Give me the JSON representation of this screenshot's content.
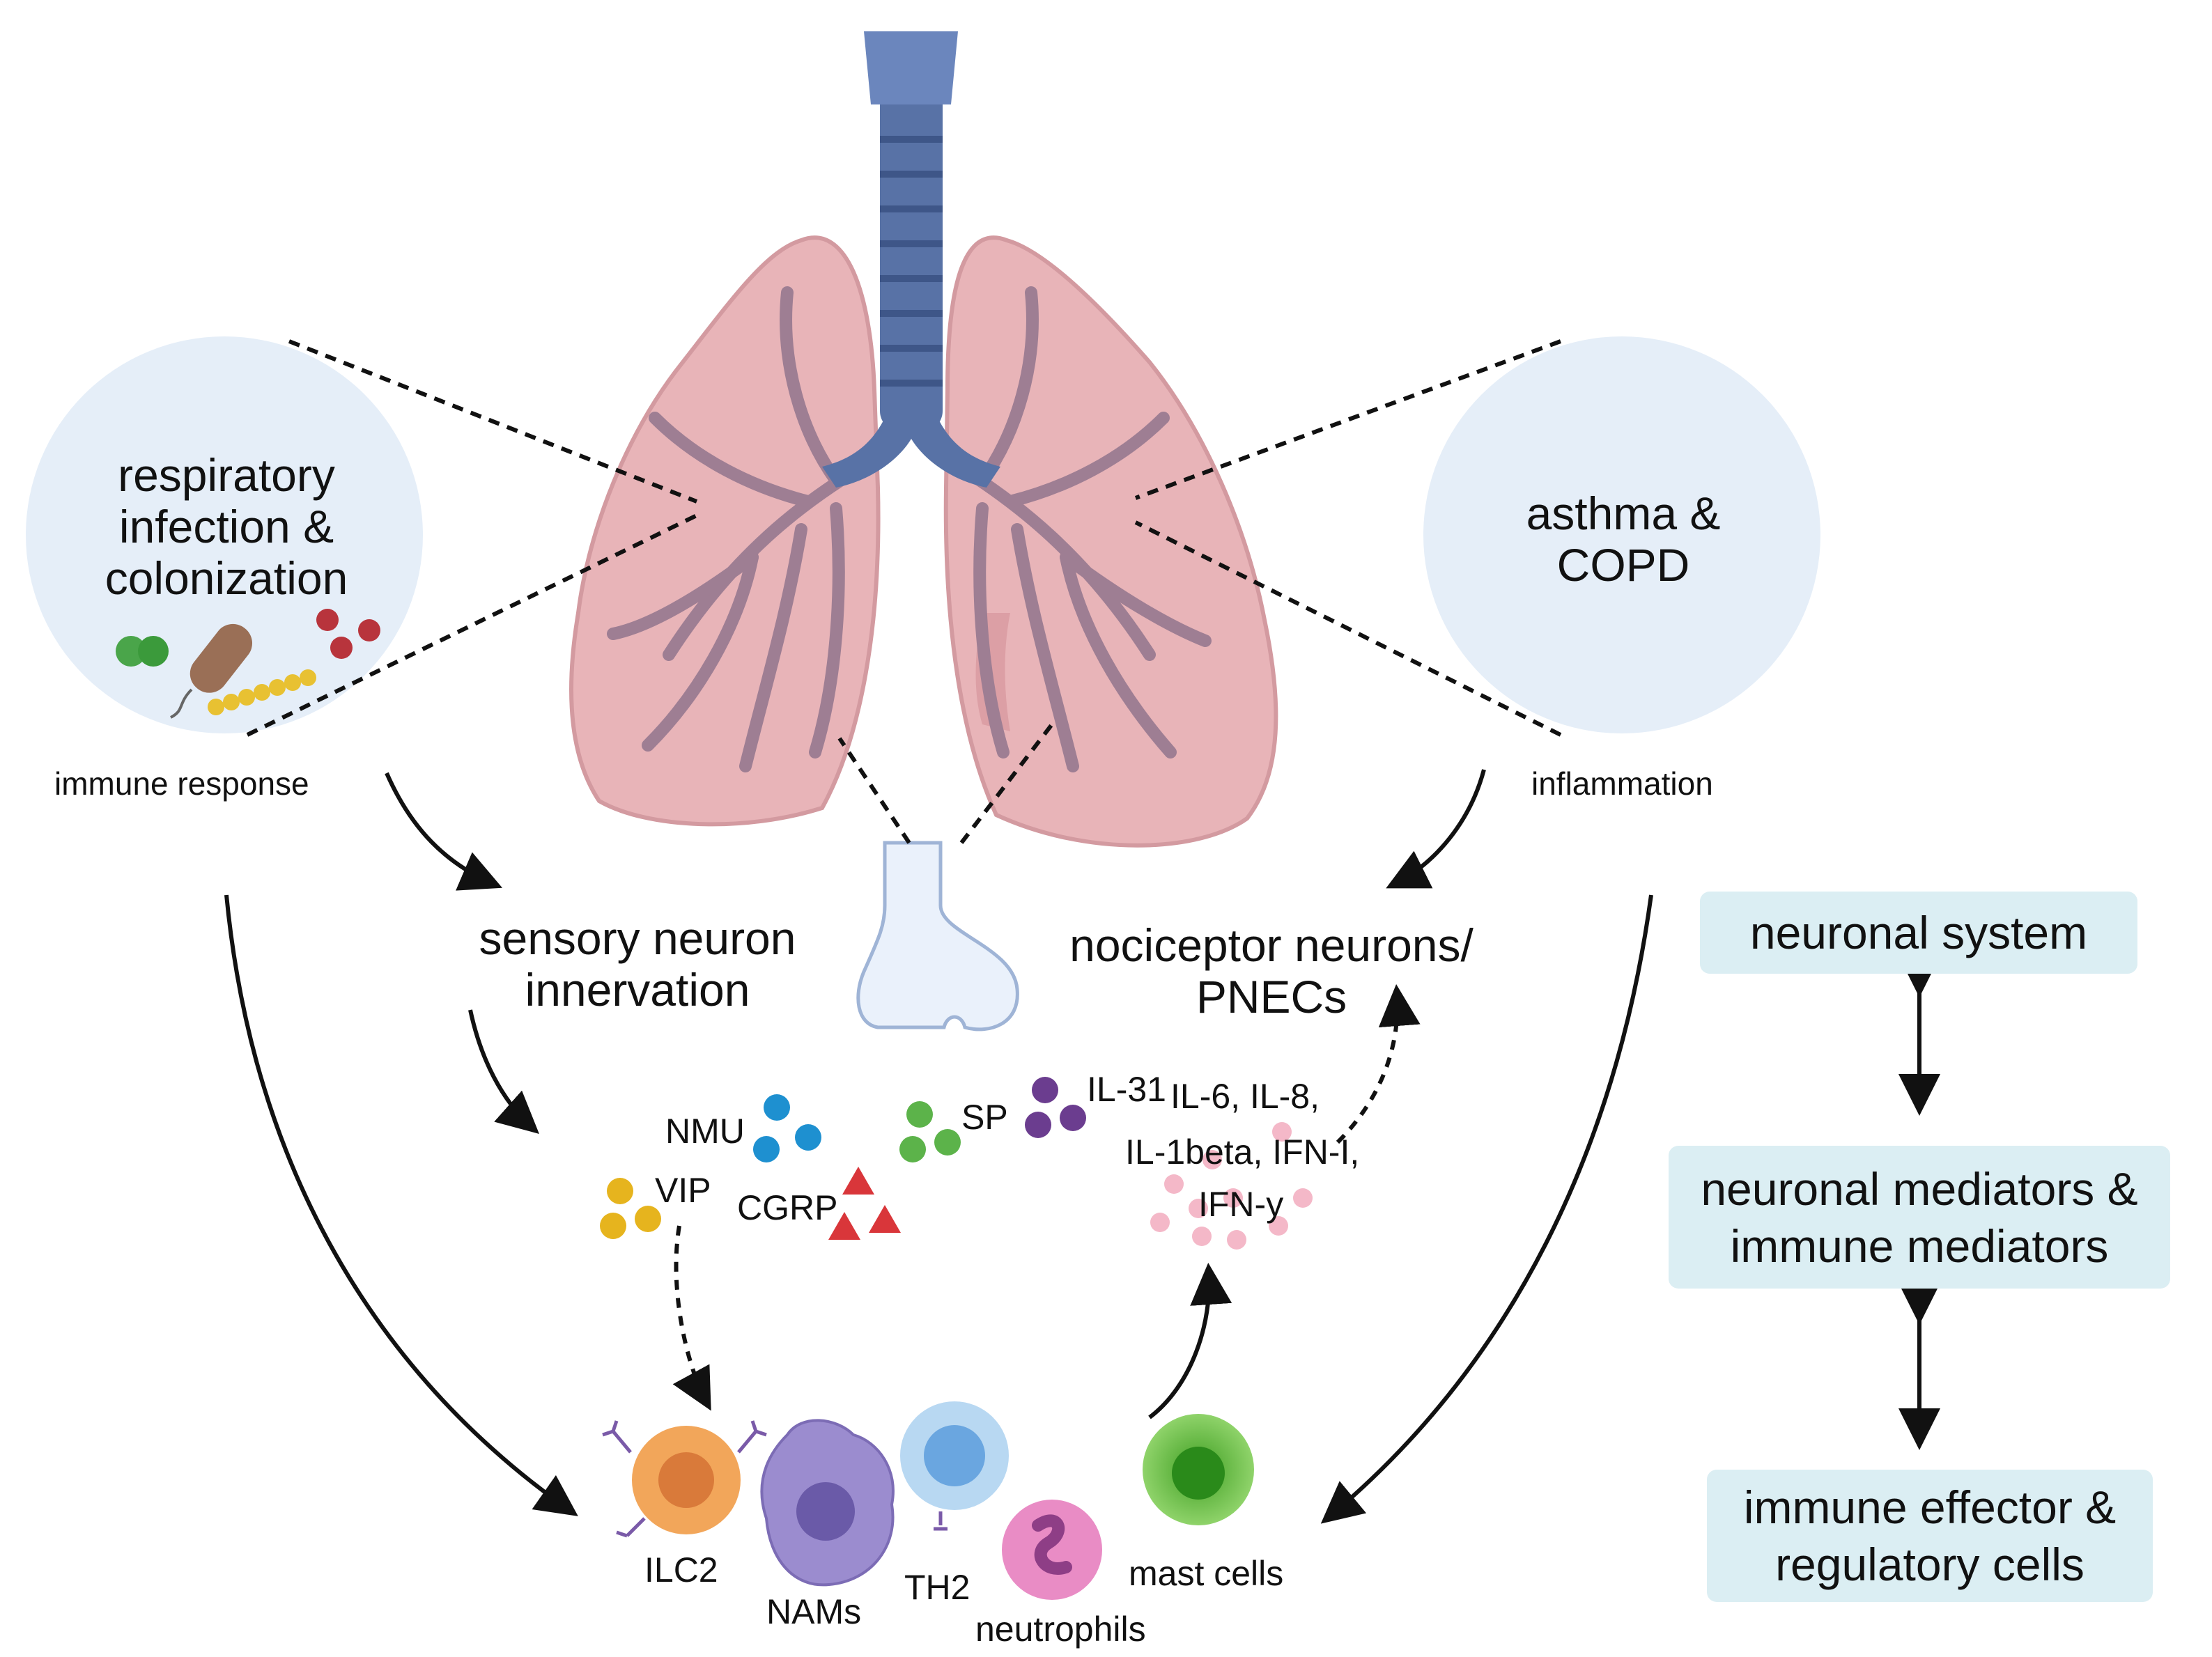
{
  "contexts": {
    "left_circle": "respiratory infection & colonization",
    "right_circle": "asthma & COPD",
    "left_response": "immune response",
    "right_response": "inflammation"
  },
  "neurons": {
    "sensory": "sensory neuron innervation",
    "nociceptor": "nociceptor neurons/ PNECs"
  },
  "mediators": {
    "nmu": "NMU",
    "vip": "VIP",
    "cgrp": "CGRP",
    "sp": "SP",
    "il31": "IL-31",
    "cytokines_line1": "IL-6, IL-8,",
    "cytokines_line2": "IL-1beta, IFN-I,",
    "cytokines_line3": "IFN-y"
  },
  "cells": {
    "ilc2": "ILC2",
    "nams": "NAMs",
    "th2": "TH2",
    "neutrophils": "neutrophils",
    "mast_cells": "mast cells"
  },
  "legend": {
    "neuronal_system": "neuronal system",
    "mediators": "neuronal mediators & immune mediators",
    "effector_cells": "immune effector & regulatory cells"
  },
  "colors": {
    "lung": "#e8b4b8",
    "bronchi": "#9e7e93",
    "trachea": "#5872a6",
    "circle": "#e5eef8",
    "legend_box": "#dbeef3",
    "nmu": "#1e90d0",
    "vip": "#e6b41e",
    "cgrp": "#d9363a",
    "sp": "#5cb34a",
    "il31": "#6b3d8f",
    "cytokines": "#f4b8c8",
    "ilc2": "#f2a65a",
    "nams": "#9b8ccf",
    "th2": "#7fb8e8",
    "neutrophils": "#e98cc5",
    "mast_cells": "#5cbf3a"
  }
}
